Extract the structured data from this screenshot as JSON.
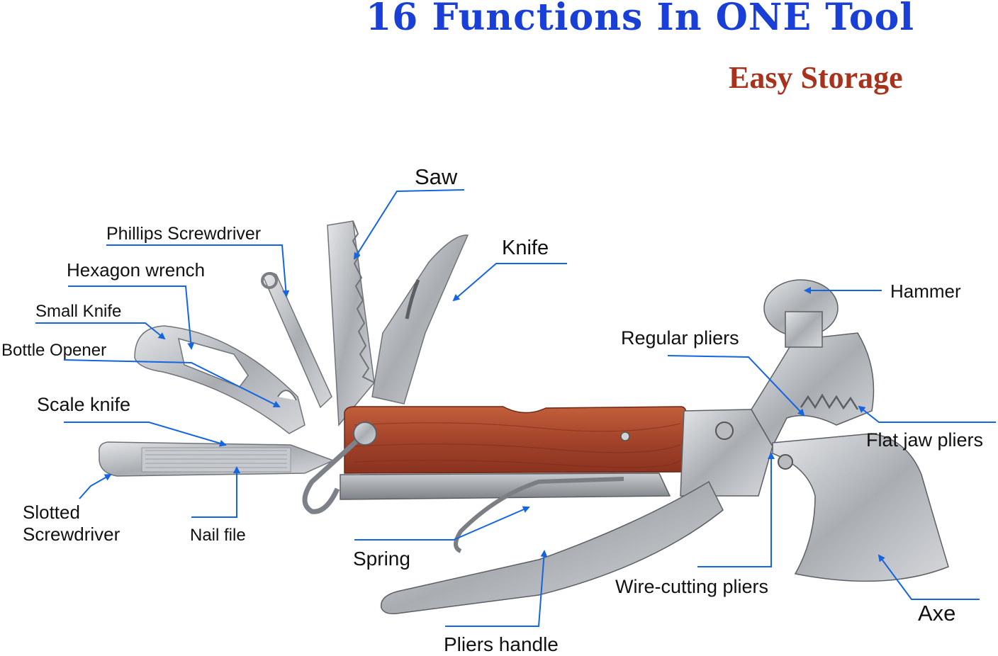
{
  "header": {
    "title": "16 Functions In ONE Tool",
    "subtitle": "Easy Storage"
  },
  "labels": {
    "saw": "Saw",
    "phillips_screwdriver": "Phillips Screwdriver",
    "knife": "Knife",
    "hexagon_wrench": "Hexagon wrench",
    "small_knife": "Small Knife",
    "bottle_opener": "Bottle Opener",
    "hammer": "Hammer",
    "regular_pliers": "Regular pliers",
    "scale_knife": "Scale knife",
    "flat_jaw_pliers": "Flat jaw pliers",
    "slotted_screwdriver_line1": "Slotted",
    "slotted_screwdriver_line2": "Screwdriver",
    "nail_file": "Nail file",
    "spring": "Spring",
    "wire_cutting_pliers": "Wire-cutting pliers",
    "axe": "Axe",
    "pliers_handle": "Pliers handle"
  },
  "colors": {
    "title": "#1a3fd6",
    "subtitle": "#a8331c",
    "callout_lines": "#1565e0",
    "steel": "#b9bcc0",
    "wood": "#a8452a"
  }
}
